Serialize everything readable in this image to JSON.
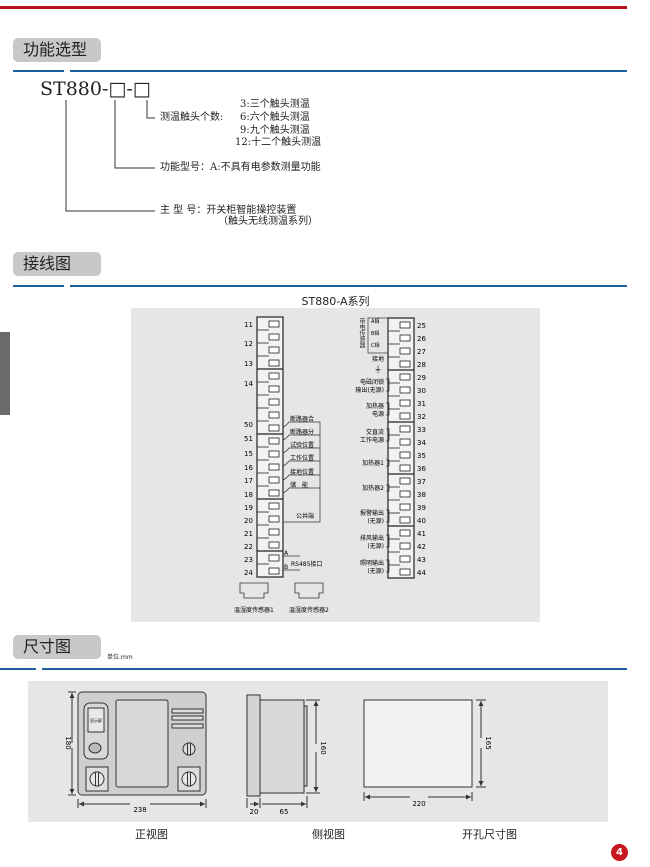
{
  "sections": {
    "selection": {
      "title": "功能选型"
    },
    "wiring": {
      "title": "接线图"
    },
    "dimensions": {
      "title": "尺寸图",
      "unit": "单位:mm"
    }
  },
  "model_code": {
    "code": "ST880-□-□",
    "contact_count_label": "测温触头个数:",
    "contact_options": [
      "3:三个触头测温",
      "6:六个触头测温",
      "9:九个触头测温",
      "12:十二个触头测温"
    ],
    "function_model": "功能型号：A:不具有电参数测量功能",
    "main_model": "主 型 号：开关柜智能操控装置",
    "main_model_sub": "（触头无线测温系列）"
  },
  "wiring": {
    "title": "ST880-A系列",
    "left_terminals": [
      "11",
      "12",
      "13",
      "14",
      "50",
      "51",
      "15",
      "16",
      "17",
      "18",
      "19",
      "20",
      "21",
      "22",
      "23",
      "24"
    ],
    "right_terminals": [
      "25",
      "26",
      "27",
      "28",
      "29",
      "30",
      "31",
      "32",
      "33",
      "34",
      "35",
      "36",
      "37",
      "38",
      "39",
      "40",
      "41",
      "42",
      "43",
      "44"
    ],
    "left_labels": [
      "断路器合",
      "断路器分",
      "试验位置",
      "工作位置",
      "接地位置",
      "储　能",
      "公共端",
      "A",
      "B",
      "RS485接口"
    ],
    "right_labels": {
      "sensor": "带电传感器",
      "phases": [
        "A相",
        "B相",
        "C相"
      ],
      "ground": "接地",
      "groups": [
        [
          "电磁闭锁",
          "输出(无源)"
        ],
        [
          "加热器",
          "电源"
        ],
        [
          "交直流",
          "工作电源"
        ],
        [
          "加热器1"
        ],
        [
          "加热器2"
        ],
        [
          "报警输出",
          "(无源)"
        ],
        [
          "排风输出",
          "(无源)"
        ],
        [
          "照明输出",
          "(无源)"
        ]
      ]
    },
    "sensors": [
      "温湿度传感器1",
      "温湿度传感器2"
    ]
  },
  "dimensions": {
    "front": {
      "caption": "正视图",
      "height": "180",
      "width": "238",
      "display_label": "显示屏"
    },
    "side": {
      "caption": "侧视图",
      "height": "160",
      "front_depth": "20",
      "body_depth": "65"
    },
    "cutout": {
      "caption": "开孔尺寸图",
      "height": "165",
      "width": "220"
    }
  },
  "page_number": "4",
  "colors": {
    "accent_red": "#b5121b",
    "rule_blue": "#1d5fa0",
    "tab_gray": "#c8c8c8",
    "panel_bg": "#e6e6e6"
  }
}
